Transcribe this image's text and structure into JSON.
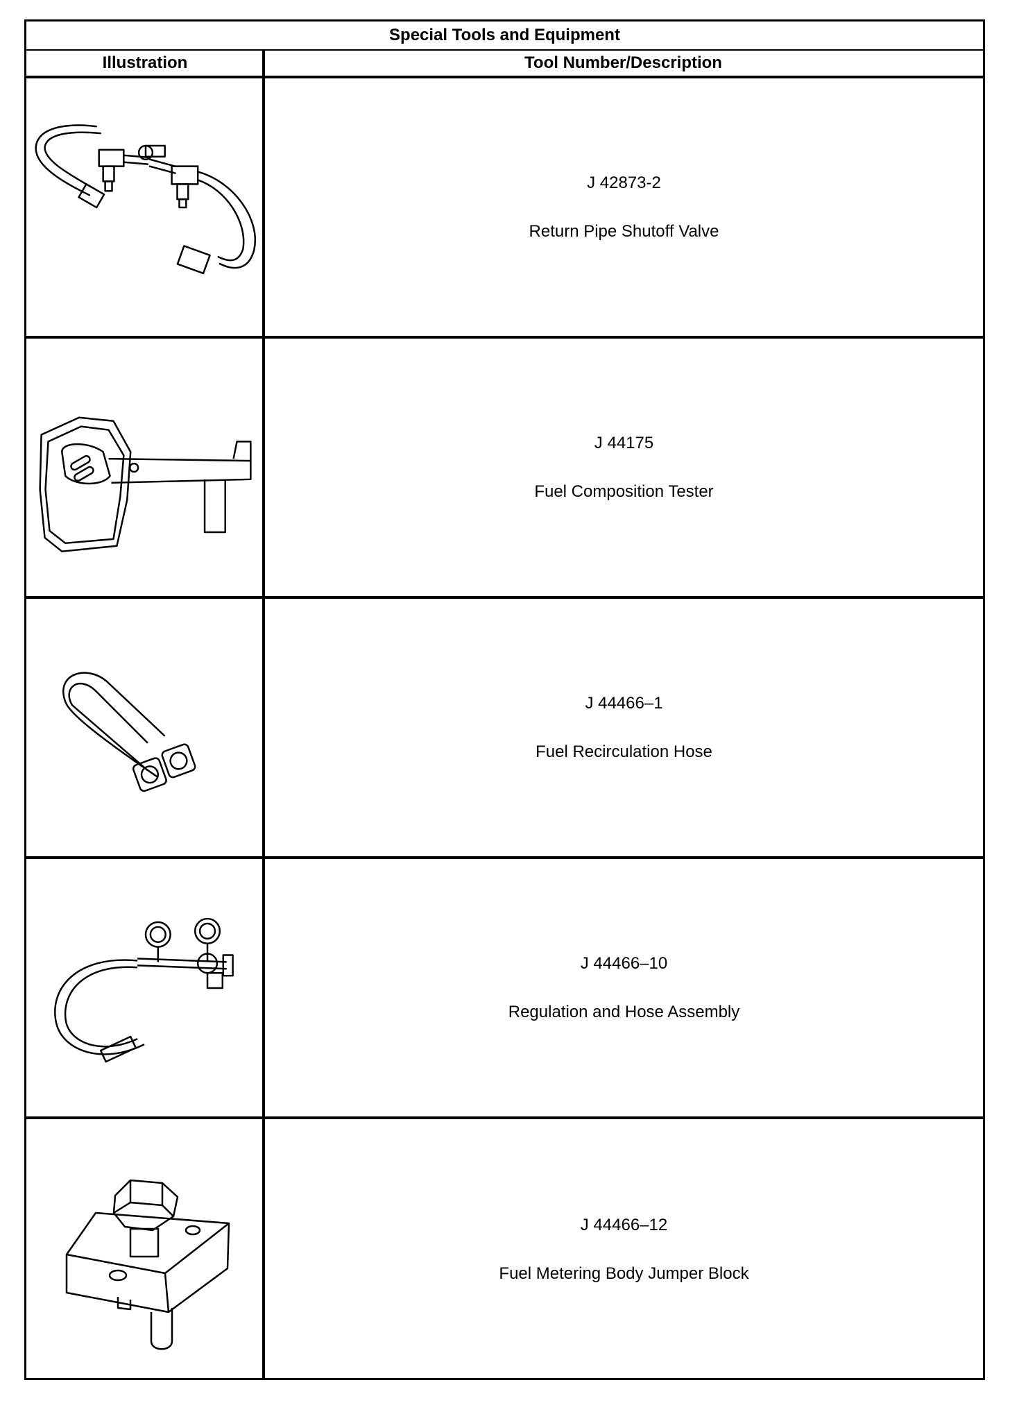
{
  "table": {
    "title": "Special Tools and Equipment",
    "col_illustration": "Illustration",
    "col_description": "Tool Number/Description",
    "rows": [
      {
        "number": "J 42873-2",
        "description": "Return Pipe Shutoff Valve",
        "icon": "shutoff-valve-icon"
      },
      {
        "number": "J 44175",
        "description": "Fuel Composition Tester",
        "icon": "composition-tester-icon"
      },
      {
        "number": "J 44466–1",
        "description": "Fuel Recirculation Hose",
        "icon": "recirculation-hose-icon"
      },
      {
        "number": "J 44466–10",
        "description": "Regulation and Hose Assembly",
        "icon": "regulator-hose-icon"
      },
      {
        "number": "J 44466–12",
        "description": "Fuel Metering Body Jumper Block",
        "icon": "jumper-block-icon"
      }
    ]
  }
}
